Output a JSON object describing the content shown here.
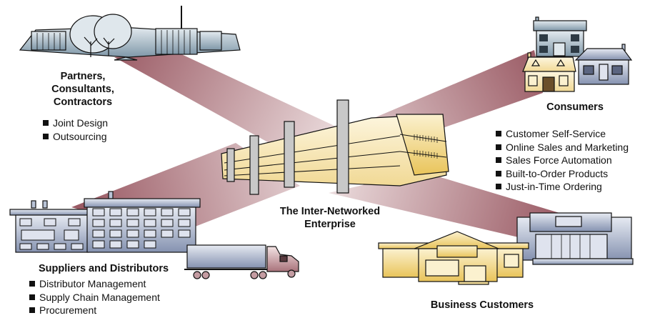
{
  "diagram": {
    "title": "The Inter-Networked Enterprise",
    "colors": {
      "beam_dark": "#9a5a64",
      "beam_light": "#e9d9da",
      "building_gold": "#f3dd9a",
      "building_gold_light": "#fbf1cf",
      "building_blue": "#b9c3d6",
      "building_blue_dark": "#8592b0",
      "building_gray": "#9fb3c2",
      "outline": "#111111"
    },
    "center": {
      "label_line1": "The Inter-Networked",
      "label_line2": "Enterprise",
      "icon": "office-building-icon"
    },
    "nodes": {
      "partners": {
        "title_lines": [
          "Partners,",
          "Consultants,",
          "Contractors"
        ],
        "icon": "corporate-campus-icon",
        "items": [
          "Joint Design",
          "Outsourcing"
        ]
      },
      "consumers": {
        "title": "Consumers",
        "icon": "houses-icon",
        "items": [
          "Customer Self-Service",
          "Online Sales and Marketing",
          "Sales Force Automation",
          "Built-to-Order Products",
          "Just-in-Time Ordering"
        ]
      },
      "suppliers": {
        "title": "Suppliers and Distributors",
        "icon": "factory-and-truck-icon",
        "items": [
          "Distributor Management",
          "Supply Chain Management",
          "Procurement"
        ]
      },
      "business": {
        "title": "Business Customers",
        "icon": "storefronts-icon",
        "items": []
      }
    }
  }
}
